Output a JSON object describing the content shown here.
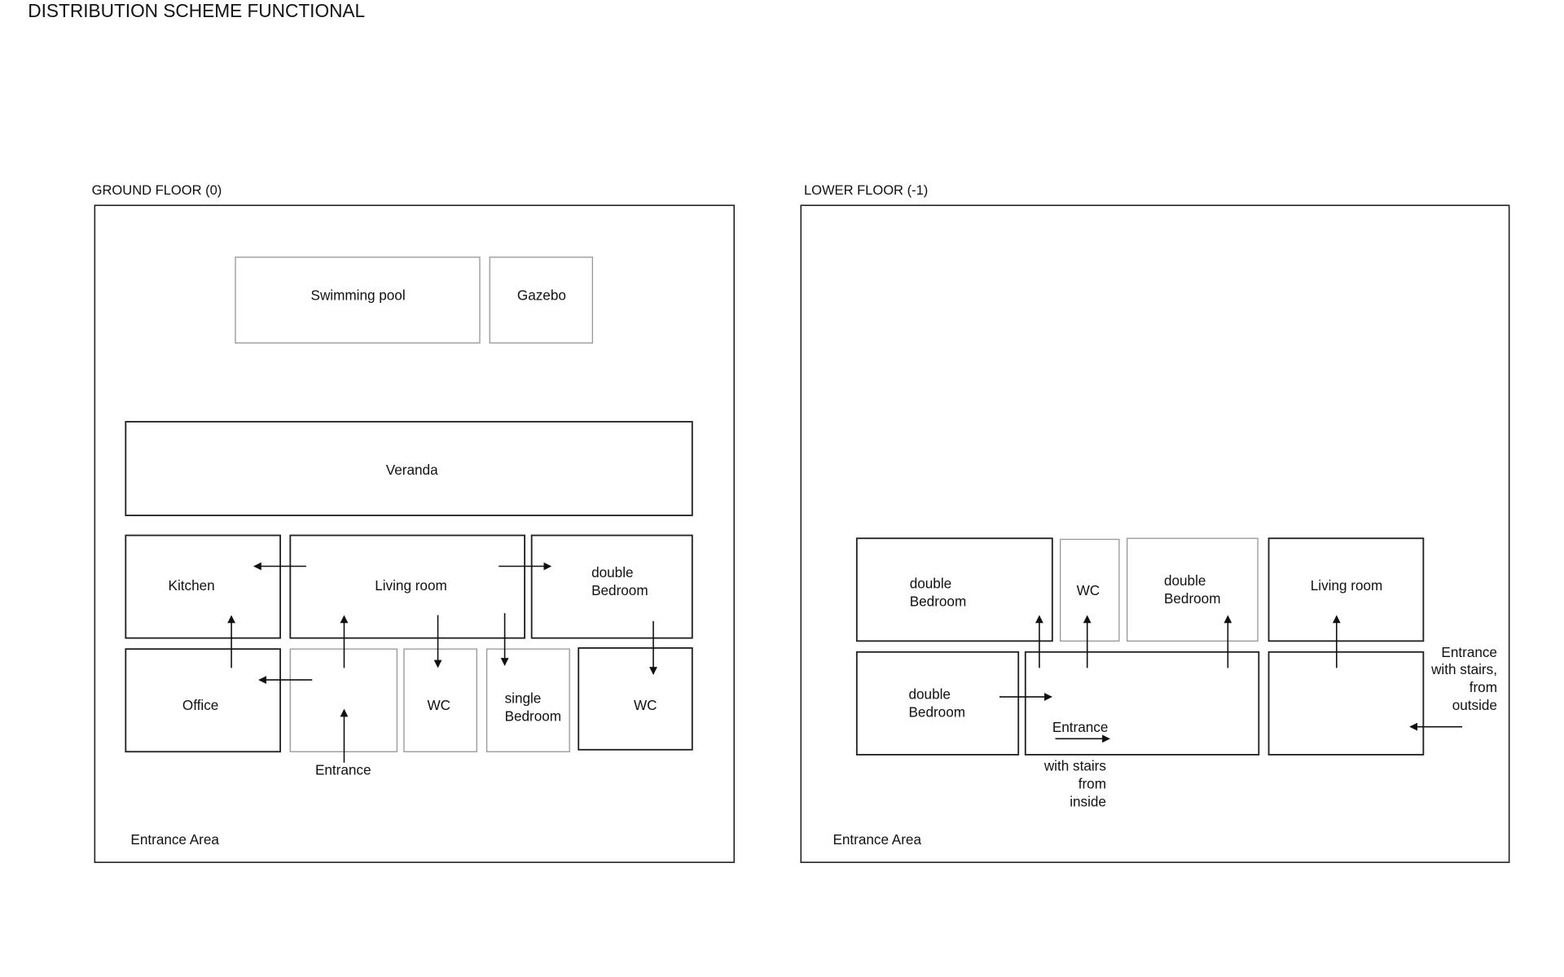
{
  "title": "DISTRIBUTION SCHEME FUNCTIONAL",
  "ground_floor": {
    "label": "GROUND FLOOR (0)",
    "rooms": {
      "pool": "Swimming pool",
      "gazebo": "Gazebo",
      "veranda": "Veranda",
      "kitchen": "Kitchen",
      "living": "Living room",
      "double_bedroom": [
        "double",
        "Bedroom"
      ],
      "office": "Office",
      "wc1": "WC",
      "single_bedroom": [
        "single",
        "Bedroom"
      ],
      "wc2": "WC"
    },
    "entrance": "Entrance",
    "entrance_area": "Entrance Area"
  },
  "lower_floor": {
    "label": "LOWER FLOOR (-1)",
    "rooms": {
      "double_bedroom_1": [
        "double",
        "Bedroom"
      ],
      "wc": "WC",
      "double_bedroom_2": [
        "double",
        "Bedroom"
      ],
      "living": "Living room",
      "double_bedroom_3": [
        "double",
        "Bedroom"
      ]
    },
    "entrance_inside": "Entrance",
    "inside_note": [
      "with stairs",
      "from",
      "inside"
    ],
    "outside_note": [
      "Entrance",
      "with stairs,",
      "from",
      "outside"
    ],
    "entrance_area": "Entrance Area"
  }
}
